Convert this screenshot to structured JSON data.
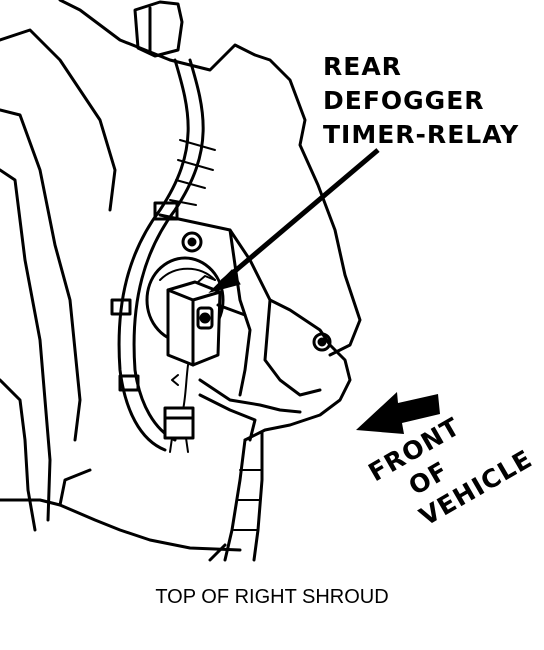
{
  "callout": {
    "line1": "REAR",
    "line2": "DEFOGGER",
    "line3": "TIMER-RELAY"
  },
  "direction": {
    "line1": "FRONT",
    "line2": "OF",
    "line3": "VEHICLE"
  },
  "caption": "TOP OF RIGHT SHROUD"
}
